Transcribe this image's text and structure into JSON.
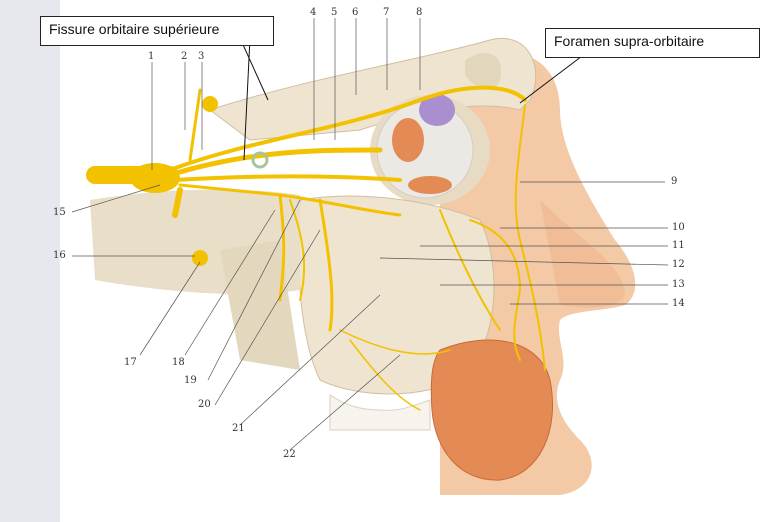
{
  "callouts": {
    "fissure": "Fissure orbitaire supérieure",
    "foramen": "Foramen supra-orbitaire"
  },
  "numbers": {
    "n1": "1",
    "n2": "2",
    "n3": "3",
    "n4": "4",
    "n5": "5",
    "n6": "6",
    "n7": "7",
    "n8": "8",
    "n9": "9",
    "n10": "10",
    "n11": "11",
    "n12": "12",
    "n13": "13",
    "n14": "14",
    "n15": "15",
    "n16": "16",
    "n17": "17",
    "n18": "18",
    "n19": "19",
    "n20": "20",
    "n21": "21",
    "n22": "22"
  },
  "colors": {
    "nerve": "#f2c100",
    "bone": "#efe4cf",
    "skin": "#f3c9a6",
    "muscle": "#e48a55",
    "eyeball": "#ece9e4",
    "lacrimal": "#a98fcf"
  }
}
